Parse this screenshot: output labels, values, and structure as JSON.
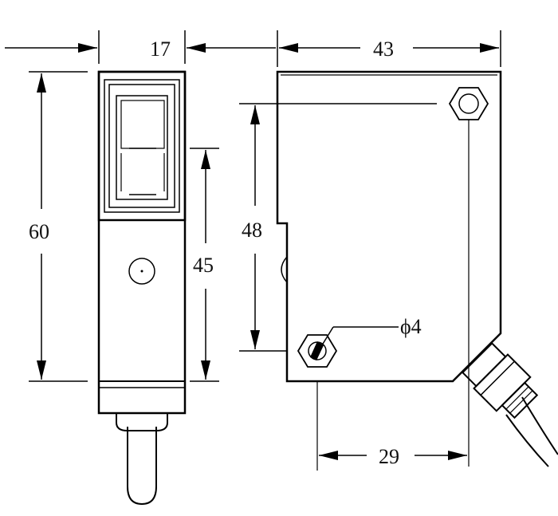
{
  "dimensions": {
    "front_width": "17",
    "front_height": "60",
    "front_inner_height": "45",
    "side_width": "43",
    "side_hole_spacing": "48",
    "side_hole_offset": "29",
    "hole_diameter": "ϕ4"
  }
}
